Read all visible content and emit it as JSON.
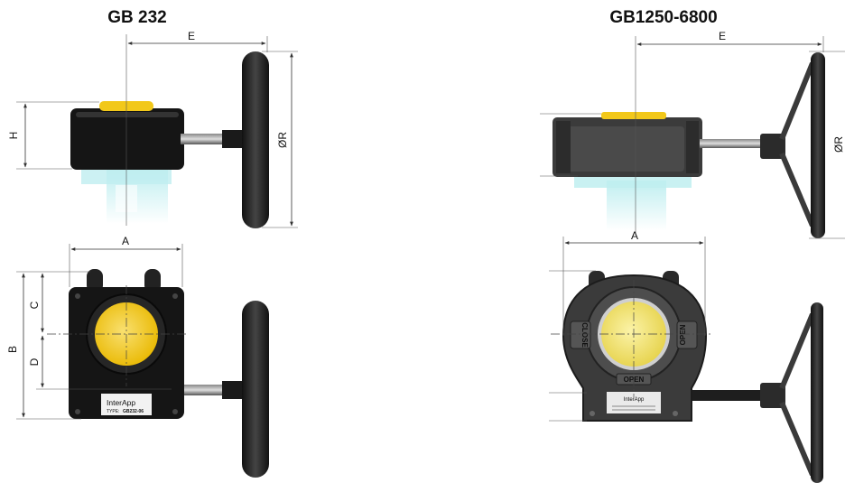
{
  "left": {
    "title": "GB 232",
    "dims": {
      "E": "E",
      "H": "H",
      "R": "ØR",
      "A": "A",
      "B": "B",
      "C": "C",
      "D": "D"
    },
    "plate": {
      "brand": "InterApp",
      "type_label": "TYPE:",
      "type_value": "GB232-06"
    }
  },
  "right": {
    "title": "GB1250-6800",
    "dims": {
      "E": "E",
      "R": "ØR",
      "A": "A"
    },
    "housing": {
      "left_label": "CLOSE",
      "right_label": "OPEN",
      "bottom_label": "OPEN",
      "brand": "InterApp"
    }
  },
  "colors": {
    "body_black": "#151515",
    "cast_iron": "#3b3b3b",
    "indicator_yellow": "#f2c81a",
    "valve_cyan": "#bfeef0"
  }
}
